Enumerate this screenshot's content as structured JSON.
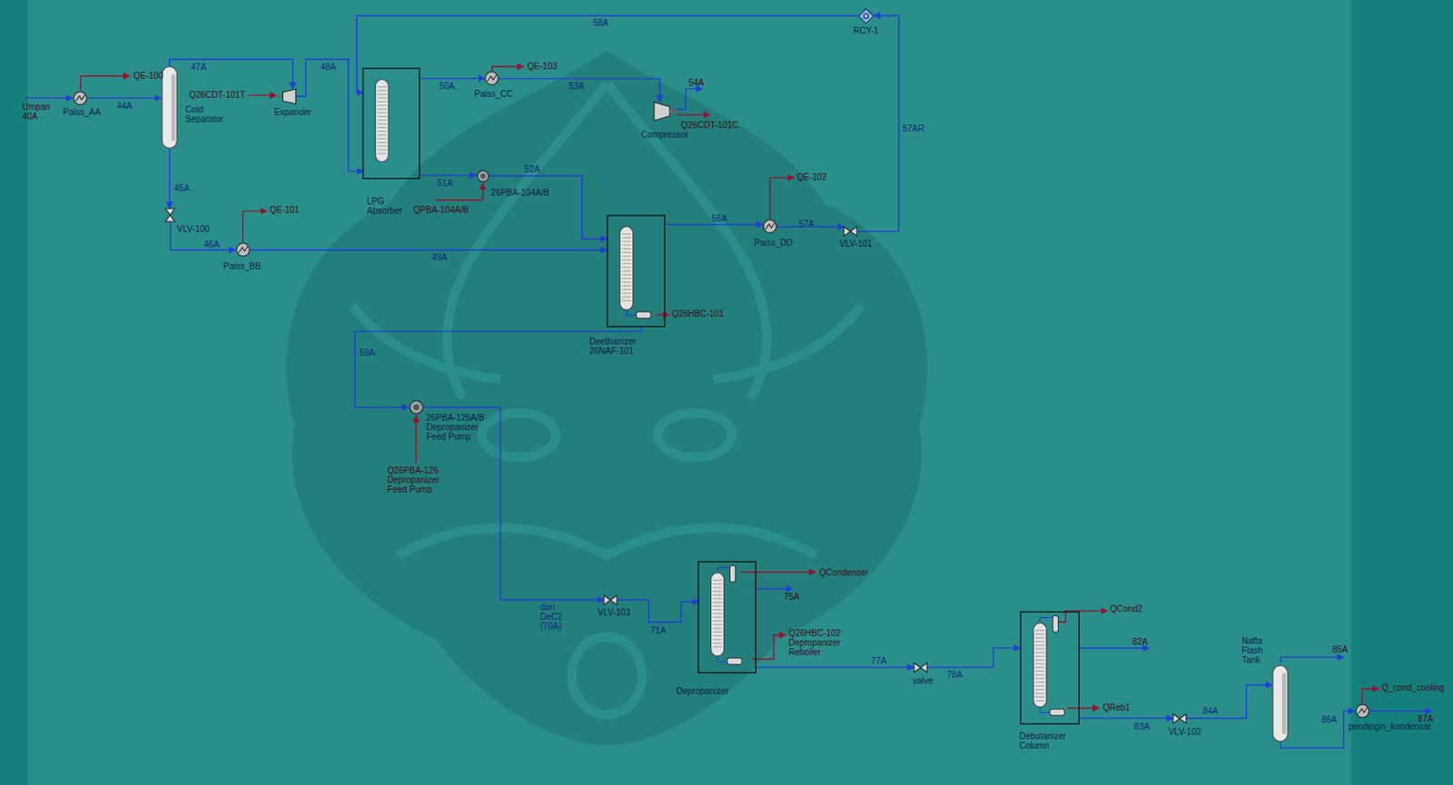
{
  "diagram": {
    "nodes": [
      {
        "text": [
          "Paiss_AA"
        ]
      },
      {
        "text": [
          "Cold Separator"
        ]
      },
      {
        "text": [
          "Expander"
        ]
      },
      {
        "text": [
          "LPG Absorber"
        ]
      },
      {
        "text": [
          "Paiss_CC"
        ]
      },
      {
        "text": [
          "Compressor"
        ]
      },
      {
        "text": [
          "26PBA-104A/B"
        ]
      },
      {
        "text": [
          "Deethanizer 26NAF-101"
        ]
      },
      {
        "text": [
          "Paiss_DD"
        ]
      },
      {
        "text": [
          "VLV-101"
        ]
      },
      {
        "text": [
          "RCY-1"
        ]
      },
      {
        "text": [
          "VLV-100"
        ]
      },
      {
        "text": [
          "Paiss_BB"
        ]
      },
      {
        "text": [
          "26PBA-126A/B Depropanizer Feed Pump"
        ]
      },
      {
        "text": [
          "VLV-103"
        ]
      },
      {
        "text": [
          "Depropanizer"
        ]
      },
      {
        "text": [
          "valve"
        ]
      },
      {
        "text": [
          "Debutanizer Column"
        ]
      },
      {
        "text": [
          "VLV-102"
        ]
      },
      {
        "text": [
          "Nafta Flash Tank"
        ]
      },
      {
        "text": [
          "pendingin_kondensat"
        ]
      }
    ],
    "edges": [
      {
        "from": 0,
        "to": 1,
        "arrow": "to",
        "label": "44A"
      },
      {
        "from": 1,
        "to": 2,
        "arrow": "to",
        "label": "47A"
      },
      {
        "from": 2,
        "to": 3,
        "arrow": "to",
        "label": "48A"
      },
      {
        "from": 1,
        "to": 11,
        "arrow": "to",
        "label": "45A"
      },
      {
        "from": 11,
        "to": 12,
        "arrow": "to",
        "label": "46A"
      },
      {
        "from": 12,
        "to": 7,
        "arrow": "to",
        "label": "49A"
      },
      {
        "from": 3,
        "to": 4,
        "arrow": "to",
        "label": "50A"
      },
      {
        "from": 4,
        "to": 5,
        "arrow": "to",
        "label": "53A"
      },
      {
        "from": 3,
        "to": 6,
        "arrow": "to",
        "label": "51A"
      },
      {
        "from": 6,
        "to": 7,
        "arrow": "to",
        "label": "52A"
      },
      {
        "from": 7,
        "to": 8,
        "arrow": "to",
        "label": "56A"
      },
      {
        "from": 8,
        "to": 9,
        "arrow": "to",
        "label": "57A"
      },
      {
        "from": 9,
        "to": 10,
        "arrow": "to",
        "label": "57AR"
      },
      {
        "from": 10,
        "to": 3,
        "arrow": "to",
        "label": "58A"
      },
      {
        "from": 7,
        "to": 13,
        "arrow": "to",
        "label": "59A"
      },
      {
        "from": 13,
        "to": 14,
        "arrow": "to",
        "label": "dari DeC2 (70A)"
      },
      {
        "from": 14,
        "to": 15,
        "arrow": "to",
        "label": "71A"
      },
      {
        "from": 15,
        "to": 16,
        "arrow": "to",
        "label": "77A"
      },
      {
        "from": 16,
        "to": 17,
        "arrow": "to",
        "label": "78A"
      },
      {
        "from": 17,
        "to": 18,
        "arrow": "to",
        "label": "83A"
      },
      {
        "from": 18,
        "to": 19,
        "arrow": "to",
        "label": "84A"
      },
      {
        "from": 19,
        "to": 20,
        "arrow": "to",
        "label": "86A"
      }
    ],
    "labels": [
      "Umpan 40A",
      "QE-100",
      "Q26CDT-101T",
      "QE-103",
      "54A",
      "Q26CDT-101C",
      "QE-101",
      "QPBA-104A/B",
      "QE-102",
      "Q26HBC-101",
      "Q26PBA-126 Depropanizer Feed Pump",
      "QCondenser",
      "75A",
      "Q26HBC-102 Depropanizer Reboiler",
      "QCond2",
      "82A",
      "QReb1",
      "85A",
      "Q_cond_cooling",
      "87A"
    ]
  }
}
